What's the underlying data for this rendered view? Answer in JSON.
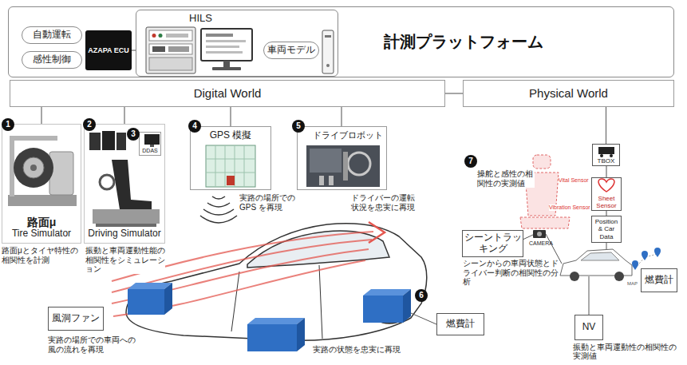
{
  "diagram": {
    "nodes": [
      {
        "text": [
          "計測プラットフォーム"
        ]
      },
      {
        "text": [
          "自動運転"
        ],
        "in": 0
      },
      {
        "text": [
          "感性制御"
        ],
        "in": 0
      },
      {
        "text": [
          "AZAPA ECU"
        ],
        "in": 0
      },
      {
        "text": [
          "HILS"
        ],
        "in": 0
      },
      {
        "text": [
          "車両モデル"
        ],
        "in": 4
      },
      {
        "text": [
          "Digital World"
        ]
      },
      {
        "text": [
          "Physical World"
        ]
      },
      {
        "text": [
          "路面μ",
          "Tire Simulator"
        ]
      },
      {
        "text": [
          "Driving Simulator"
        ]
      },
      {
        "text": [
          "DDAS"
        ],
        "in": 9
      },
      {
        "text": [
          "GPS 模擬"
        ]
      },
      {
        "text": [
          "ドライブロボット"
        ]
      },
      {
        "text": [
          "風洞ファン"
        ]
      },
      {
        "text": [
          "燃費計"
        ]
      },
      {
        "text": [
          "TBOX"
        ]
      },
      {
        "text": [
          "Sheet Sensor"
        ]
      },
      {
        "text": [
          "Position & Car Data"
        ]
      },
      {
        "text": [
          "シーントラッキング"
        ]
      },
      {
        "text": [
          "燃費計"
        ]
      },
      {
        "text": [
          "NV"
        ]
      }
    ],
    "edges": [
      {
        "from": 3,
        "to": 4,
        "arrow": "none"
      },
      {
        "from": 6,
        "to": 7,
        "arrow": "none"
      },
      {
        "from": 6,
        "to": 8,
        "arrow": "none"
      },
      {
        "from": 6,
        "to": 9,
        "arrow": "none"
      },
      {
        "from": 6,
        "to": 11,
        "arrow": "none"
      },
      {
        "from": 6,
        "to": 12,
        "arrow": "none"
      },
      {
        "from": 7,
        "to": 15,
        "arrow": "none"
      },
      {
        "from": 15,
        "to": 16,
        "arrow": "none"
      },
      {
        "from": 16,
        "to": 17,
        "arrow": "none"
      }
    ],
    "labels": [
      "1",
      "2",
      "3",
      "4",
      "5",
      "6",
      "7",
      "路面μとタイヤ特性の相関性を計測",
      "振動と車両運動性能の相関性をシミュレーション",
      "実路の場所でのGPS を再現",
      "ドライバーの運転状況を忠実に再現",
      "実路の場所での車両への風の流れを再現",
      "実路の状態を忠実に再現",
      "操舵と感性の相関性の実測値",
      "Vital Sensor",
      "Vibration Sensor",
      "CAMERA",
      "シーンからの車両状態とドライバー判断の相関性の分析",
      "MAP",
      "振動と車両運動性の相関性の実測値"
    ]
  }
}
